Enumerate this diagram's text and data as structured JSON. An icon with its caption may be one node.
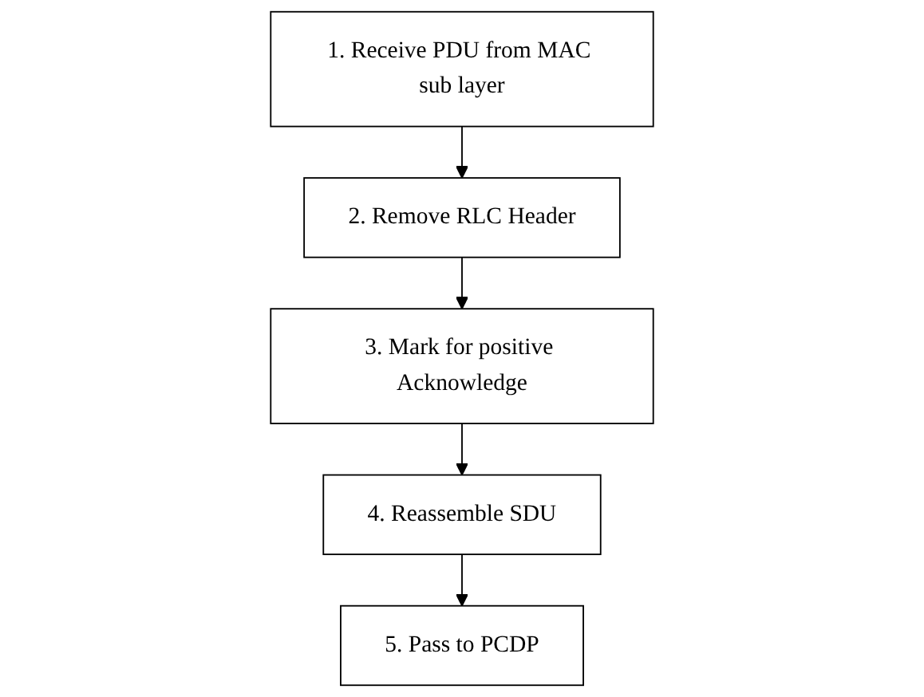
{
  "diagram": {
    "nodes": [
      {
        "text": [
          "1. Receive PDU from MAC sub layer"
        ]
      },
      {
        "text": [
          "2. Remove RLC Header"
        ]
      },
      {
        "text": [
          "3. Mark for positive Acknowledge"
        ]
      },
      {
        "text": [
          "4. Reassemble SDU"
        ]
      },
      {
        "text": [
          "5. Pass to PCDP"
        ]
      }
    ],
    "edges": [
      {
        "from": 0,
        "to": 1,
        "arrow": "to"
      },
      {
        "from": 1,
        "to": 2,
        "arrow": "to"
      },
      {
        "from": 2,
        "to": 3,
        "arrow": "to"
      },
      {
        "from": 3,
        "to": 4,
        "arrow": "to"
      }
    ]
  }
}
